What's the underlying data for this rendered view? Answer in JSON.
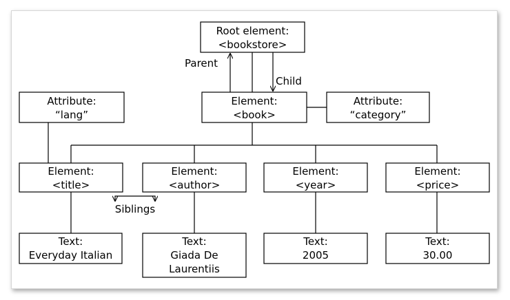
{
  "nodes": {
    "root": {
      "line1": "Root element:",
      "line2": "<bookstore>"
    },
    "book": {
      "line1": "Element:",
      "line2": "<book>"
    },
    "attr_lang": {
      "line1": "Attribute:",
      "line2": "“lang”"
    },
    "attr_category": {
      "line1": "Attribute:",
      "line2": "“category”"
    },
    "title": {
      "line1": "Element:",
      "line2": "<title>"
    },
    "author": {
      "line1": "Element:",
      "line2": "<author>"
    },
    "year": {
      "line1": "Element:",
      "line2": "<year>"
    },
    "price": {
      "line1": "Element:",
      "line2": "<price>"
    },
    "text_title": {
      "line1": "Text:",
      "line2": "Everyday Italian"
    },
    "text_author": {
      "line1": "Text:",
      "line2": "Giada De",
      "line3": "Laurentiis"
    },
    "text_year": {
      "line1": "Text:",
      "line2": "2005"
    },
    "text_price": {
      "line1": "Text:",
      "line2": "30.00"
    }
  },
  "labels": {
    "parent": "Parent",
    "child": "Child",
    "siblings": "Siblings"
  }
}
